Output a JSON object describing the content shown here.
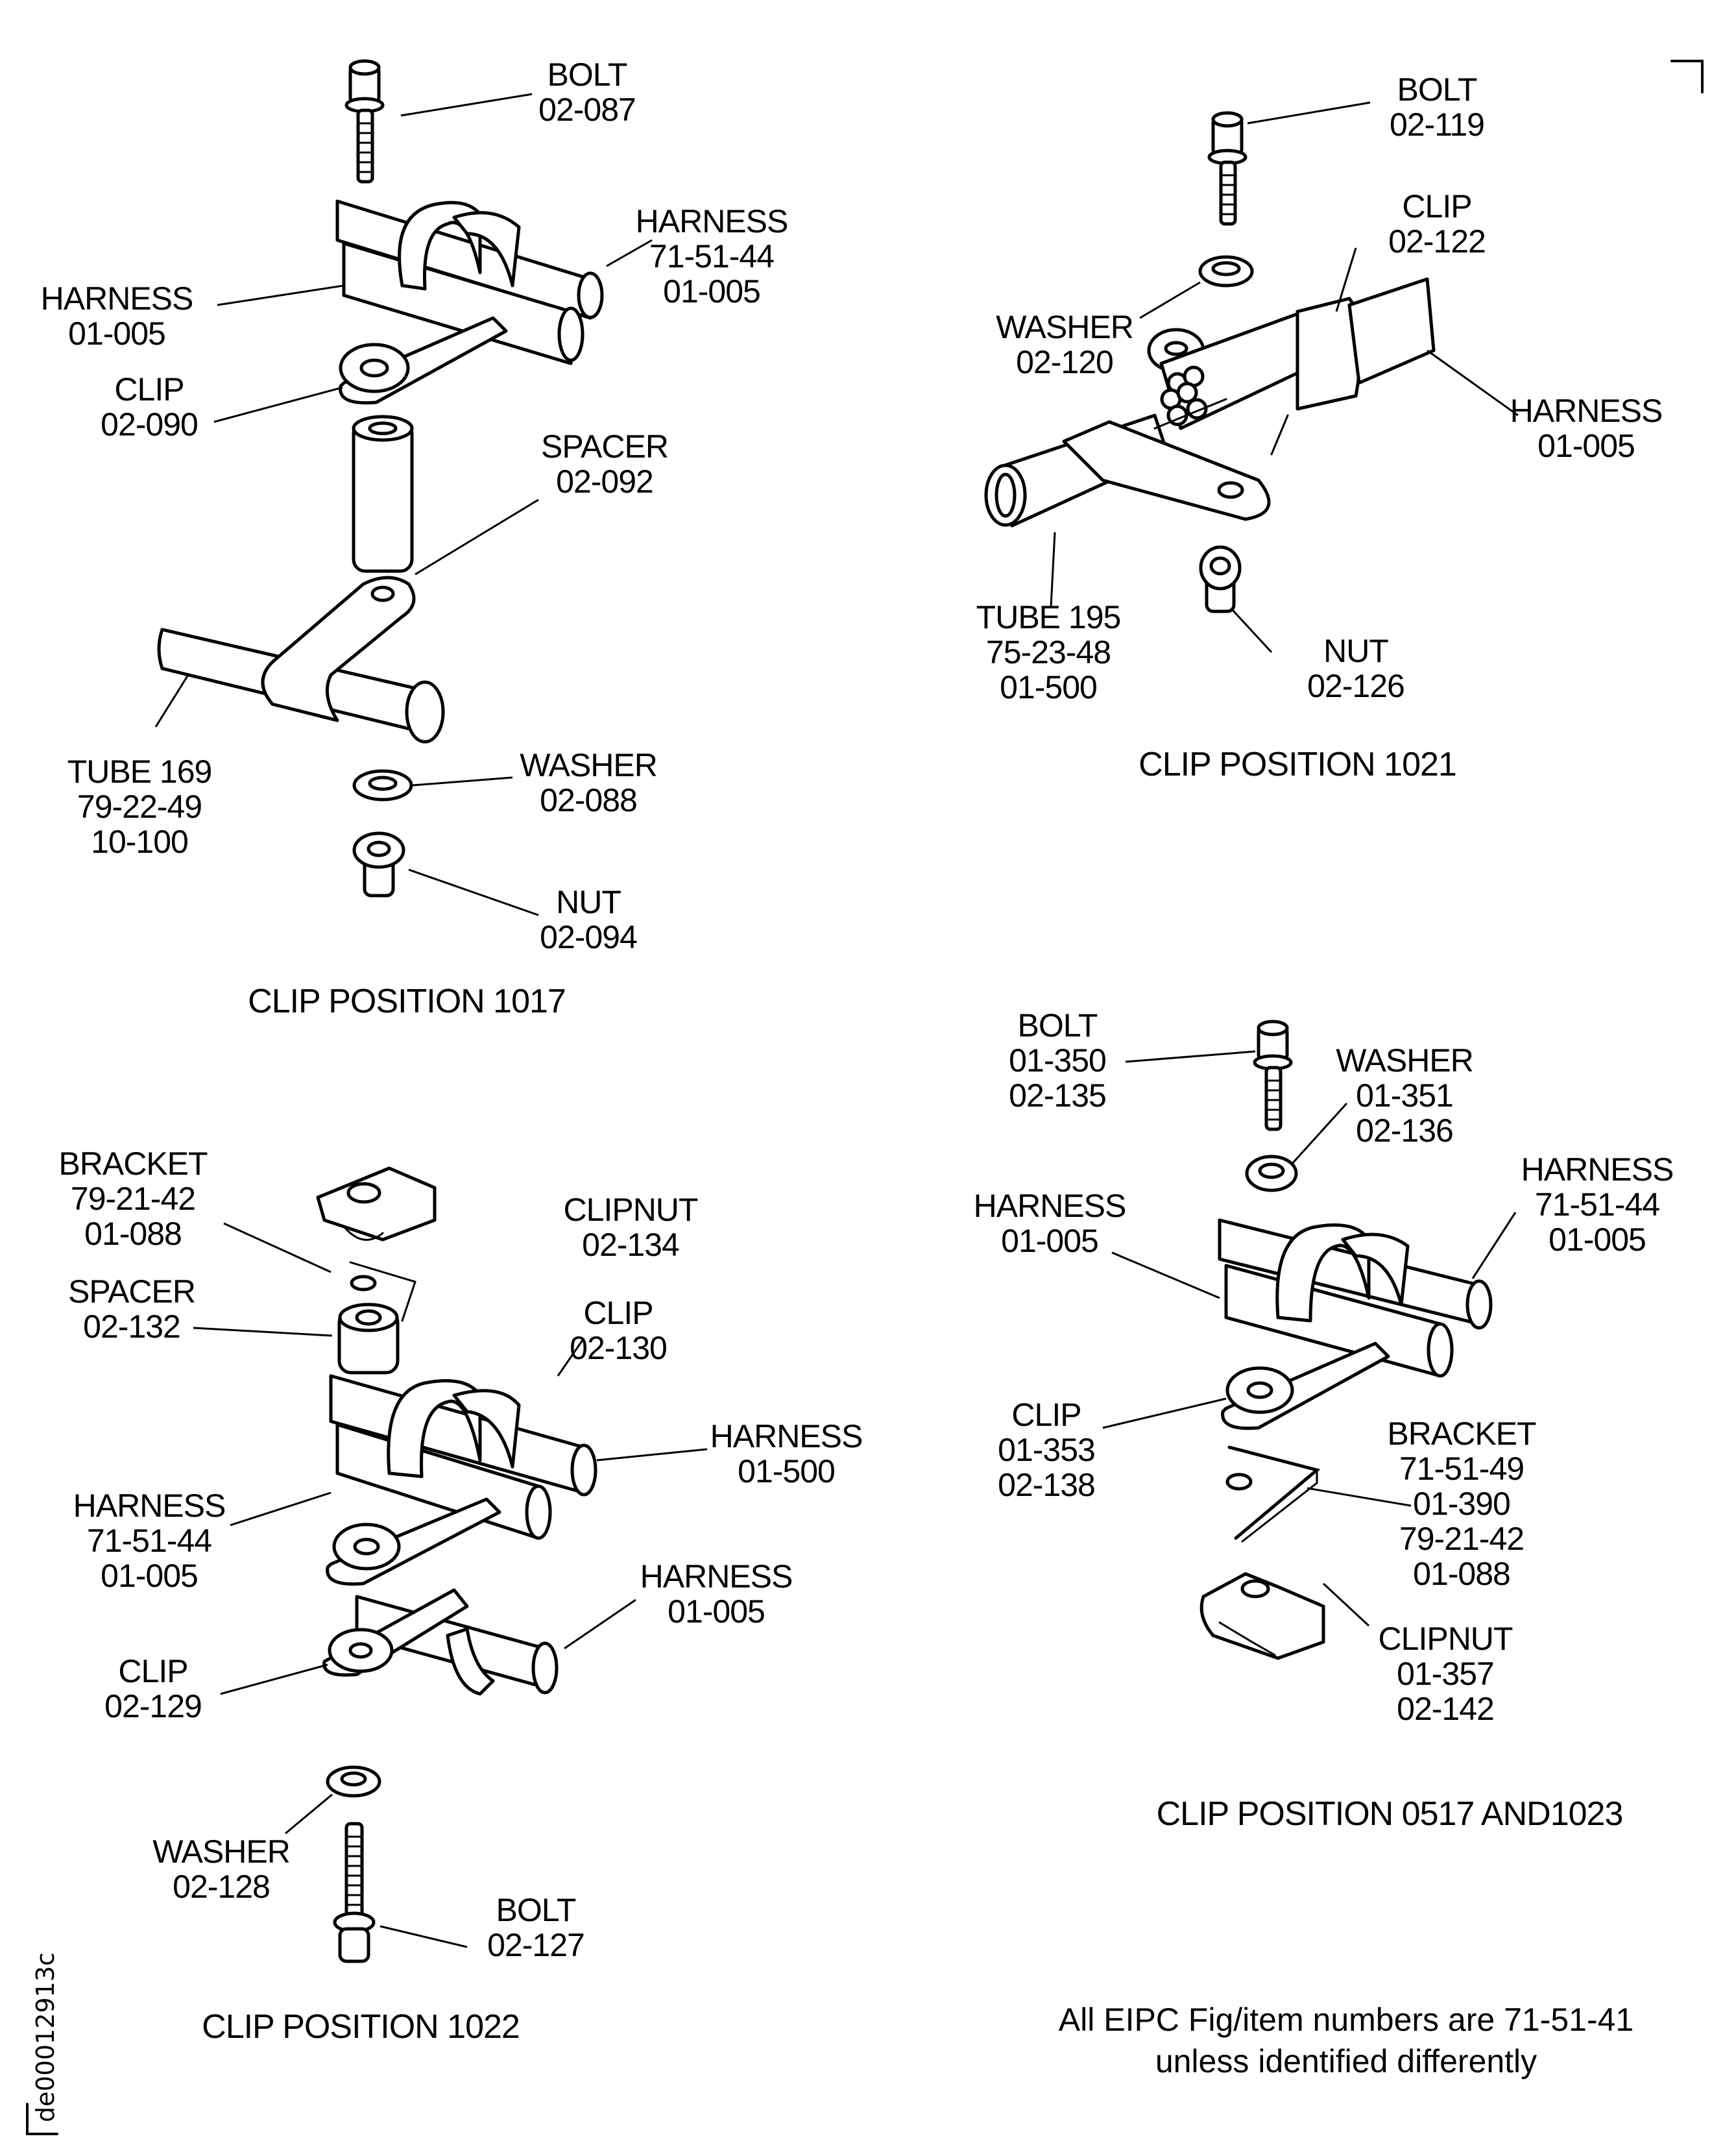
{
  "figure_id": "de00012913c",
  "note": {
    "line1": "All EIPC Fig/item numbers are 71-51-41",
    "line2": "unless identified differently"
  },
  "panels": [
    {
      "caption": "CLIP POSITION 1017",
      "callouts": [
        {
          "name": "BOLT",
          "refs": [
            "02-087"
          ]
        },
        {
          "name": "HARNESS",
          "refs": [
            "71-51-44",
            "01-005"
          ]
        },
        {
          "name": "HARNESS",
          "refs": [
            "01-005"
          ]
        },
        {
          "name": "CLIP",
          "refs": [
            "02-090"
          ]
        },
        {
          "name": "SPACER",
          "refs": [
            "02-092"
          ]
        },
        {
          "name": "TUBE 169",
          "refs": [
            "79-22-49",
            "10-100"
          ]
        },
        {
          "name": "WASHER",
          "refs": [
            "02-088"
          ]
        },
        {
          "name": "NUT",
          "refs": [
            "02-094"
          ]
        }
      ]
    },
    {
      "caption": "CLIP POSITION  1021",
      "callouts": [
        {
          "name": "BOLT",
          "refs": [
            "02-119"
          ]
        },
        {
          "name": "CLIP",
          "refs": [
            "02-122"
          ]
        },
        {
          "name": "WASHER",
          "refs": [
            "02-120"
          ]
        },
        {
          "name": "HARNESS",
          "refs": [
            "01-005"
          ]
        },
        {
          "name": "TUBE 195",
          "refs": [
            "75-23-48",
            "01-500"
          ]
        },
        {
          "name": "NUT",
          "refs": [
            "02-126"
          ]
        }
      ]
    },
    {
      "caption": "CLIP POSITION 1022",
      "callouts": [
        {
          "name": "BRACKET",
          "refs": [
            "79-21-42",
            "01-088"
          ]
        },
        {
          "name": "CLIPNUT",
          "refs": [
            "02-134"
          ]
        },
        {
          "name": "SPACER",
          "refs": [
            "02-132"
          ]
        },
        {
          "name": "CLIP",
          "refs": [
            "02-130"
          ]
        },
        {
          "name": "HARNESS",
          "refs": [
            "01-500"
          ]
        },
        {
          "name": "HARNESS",
          "refs": [
            "71-51-44",
            "01-005"
          ]
        },
        {
          "name": "HARNESS",
          "refs": [
            "01-005"
          ]
        },
        {
          "name": "CLIP",
          "refs": [
            "02-129"
          ]
        },
        {
          "name": "WASHER",
          "refs": [
            "02-128"
          ]
        },
        {
          "name": "BOLT",
          "refs": [
            "02-127"
          ]
        }
      ]
    },
    {
      "caption": "CLIP POSITION 0517 AND1023",
      "callouts": [
        {
          "name": "BOLT",
          "refs": [
            "01-350",
            "02-135"
          ]
        },
        {
          "name": "WASHER",
          "refs": [
            "01-351",
            "02-136"
          ]
        },
        {
          "name": "HARNESS",
          "refs": [
            "71-51-44",
            "01-005"
          ]
        },
        {
          "name": "HARNESS",
          "refs": [
            "01-005"
          ]
        },
        {
          "name": "CLIP",
          "refs": [
            "01-353",
            "02-138"
          ]
        },
        {
          "name": "BRACKET",
          "refs": [
            "71-51-49",
            "01-390",
            "79-21-42",
            "01-088"
          ]
        },
        {
          "name": "CLIPNUT",
          "refs": [
            "01-357",
            "02-142"
          ]
        }
      ]
    }
  ]
}
